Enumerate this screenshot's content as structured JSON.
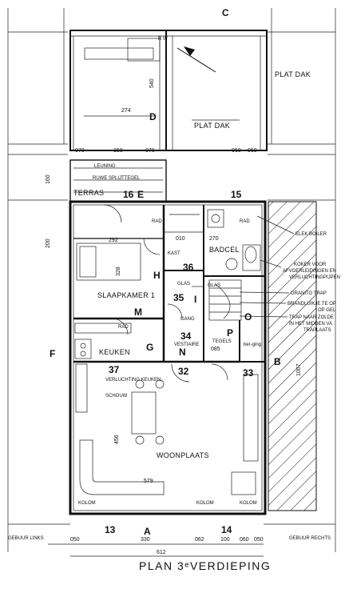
{
  "plan": {
    "title": "PLAN 3ᵉVERDIEPING",
    "grid_letters": [
      "C",
      "D",
      "E",
      "F",
      "B",
      "A",
      "H",
      "M",
      "G",
      "N",
      "I",
      "O",
      "P"
    ],
    "grid_numbers": [
      "13",
      "14",
      "15",
      "16",
      "32",
      "33",
      "34",
      "35",
      "36",
      "37"
    ],
    "rooms": {
      "plat_dak_left": "PLAT DAK",
      "plat_dak_right": "PLAT DAK",
      "terras": "TERRAS",
      "badcel": "BADCEL",
      "slaapkamer": "SLAAPKAMER 1",
      "gang": "GANG",
      "vestiaire": "VESTIAIRE",
      "keuken": "KEUKEN",
      "woonplaats": "WOONPLAATS",
      "berging": "ber-ging"
    },
    "small_labels": {
      "leuning": "LEUNING",
      "ruwe_splijttegel": "RUWE SPLIJTTEGEL",
      "rad1": "RAD",
      "rad2": "RAD",
      "rad3": "RAD",
      "glas1": "GLAS",
      "glas2": "GLAS",
      "tegels": "TEGELS",
      "verluchting_keuken": "VERLUCHTING KEUKEN",
      "schouw": "SCHOUW",
      "kolom1": "KOLOM",
      "kolom2": "KOLOM",
      "kolom3": "KOLOM",
      "gebuur_links": "GEBUUR LINKS",
      "gebuur_rechts": "GEBUUR RECHTS",
      "rw": "R W",
      "kast": "KAST"
    },
    "notes": {
      "elek_boiler": "ELEK BOILER",
      "koker1": "KOKER VOOR",
      "koker2": "AFVOERLEIDINGEN EN",
      "koker3": "VERLUCHTINGPIJPEN",
      "granito": "GRANITO TRAP",
      "brand1": "BRANDLUIKJE TE OP",
      "brand2": "OP GEL",
      "trap1": "TRAP NAAR ZOLDE",
      "trap2": "IN HET MIDDEN VA",
      "trap3": "TRAPLAATS"
    },
    "dimensions": {
      "d274": "274",
      "d540": "540",
      "d070a": "070",
      "d150": "150",
      "d070b": "070",
      "d060a": "060",
      "d060b": "060",
      "d160": "160",
      "d200": "200",
      "d292": "292",
      "d328": "328",
      "d270": "270",
      "d579": "579",
      "d456": "456",
      "d1007": "1007",
      "d050a": "050",
      "d330": "330",
      "d062": "062",
      "d100": "100",
      "d060c": "060",
      "d050b": "050",
      "d612": "612",
      "d085": "085",
      "d010": "010"
    }
  }
}
